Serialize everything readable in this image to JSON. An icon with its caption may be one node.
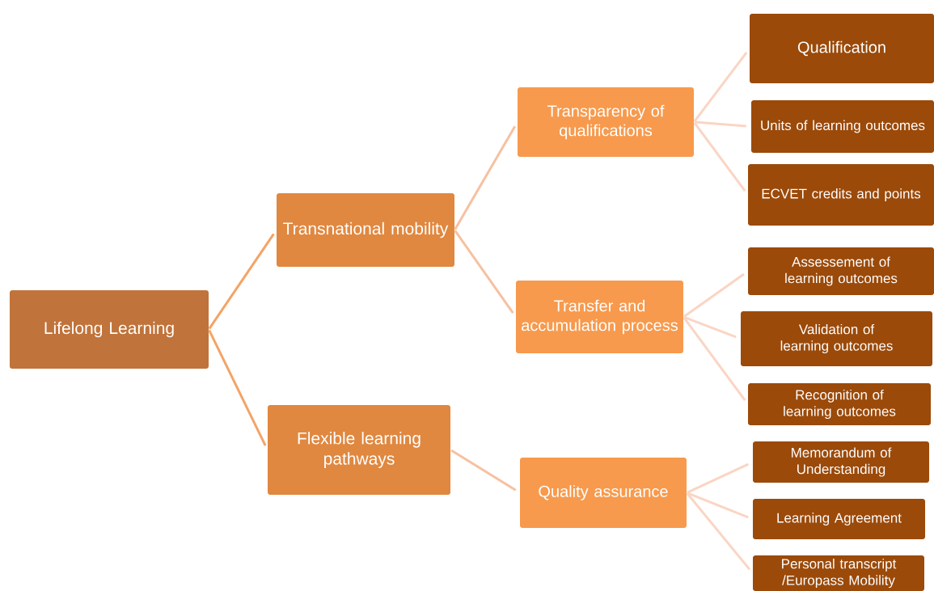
{
  "diagram": {
    "nodes": [
      {
        "text": [
          "Lifelong Learning"
        ]
      },
      {
        "text": [
          "Transnational mobility"
        ]
      },
      {
        "text": [
          "Flexible learning pathways"
        ]
      },
      {
        "text": [
          "Transparency of qualifications"
        ]
      },
      {
        "text": [
          "Transfer and accumulation process"
        ]
      },
      {
        "text": [
          "Quality assurance"
        ]
      },
      {
        "text": [
          "Qualification"
        ]
      },
      {
        "text": [
          "Units of learning outcomes"
        ]
      },
      {
        "text": [
          "ECVET credits and points"
        ]
      },
      {
        "text": [
          "Assessement of learning outcomes"
        ]
      },
      {
        "text": [
          "Validation of learning outcomes"
        ]
      },
      {
        "text": [
          "Recognition of learning outcomes"
        ]
      },
      {
        "text": [
          "Memorandum of Understanding"
        ]
      },
      {
        "text": [
          "Learning Agreement"
        ]
      },
      {
        "text": [
          "Personal transcript /Europass Mobility"
        ]
      }
    ],
    "edges": [
      {
        "from": 0,
        "to": 1,
        "arrow": "none",
        "color": "#f3a466"
      },
      {
        "from": 0,
        "to": 2,
        "arrow": "none",
        "color": "#f3a466"
      },
      {
        "from": 1,
        "to": 3,
        "arrow": "none",
        "color": "#f6c1a0"
      },
      {
        "from": 1,
        "to": 4,
        "arrow": "none",
        "color": "#f6c1a0"
      },
      {
        "from": 2,
        "to": 5,
        "arrow": "none",
        "color": "#f6c1a0"
      },
      {
        "from": 3,
        "to": 6,
        "arrow": "none"
      },
      {
        "from": 3,
        "to": 7,
        "arrow": "none"
      },
      {
        "from": 3,
        "to": 8,
        "arrow": "none"
      },
      {
        "from": 4,
        "to": 9,
        "arrow": "none"
      },
      {
        "from": 4,
        "to": 10,
        "arrow": "none"
      },
      {
        "from": 4,
        "to": 11,
        "arrow": "none"
      },
      {
        "from": 5,
        "to": 12,
        "arrow": "none"
      },
      {
        "from": 5,
        "to": 13,
        "arrow": "none"
      },
      {
        "from": 5,
        "to": 14,
        "arrow": "none"
      }
    ]
  }
}
